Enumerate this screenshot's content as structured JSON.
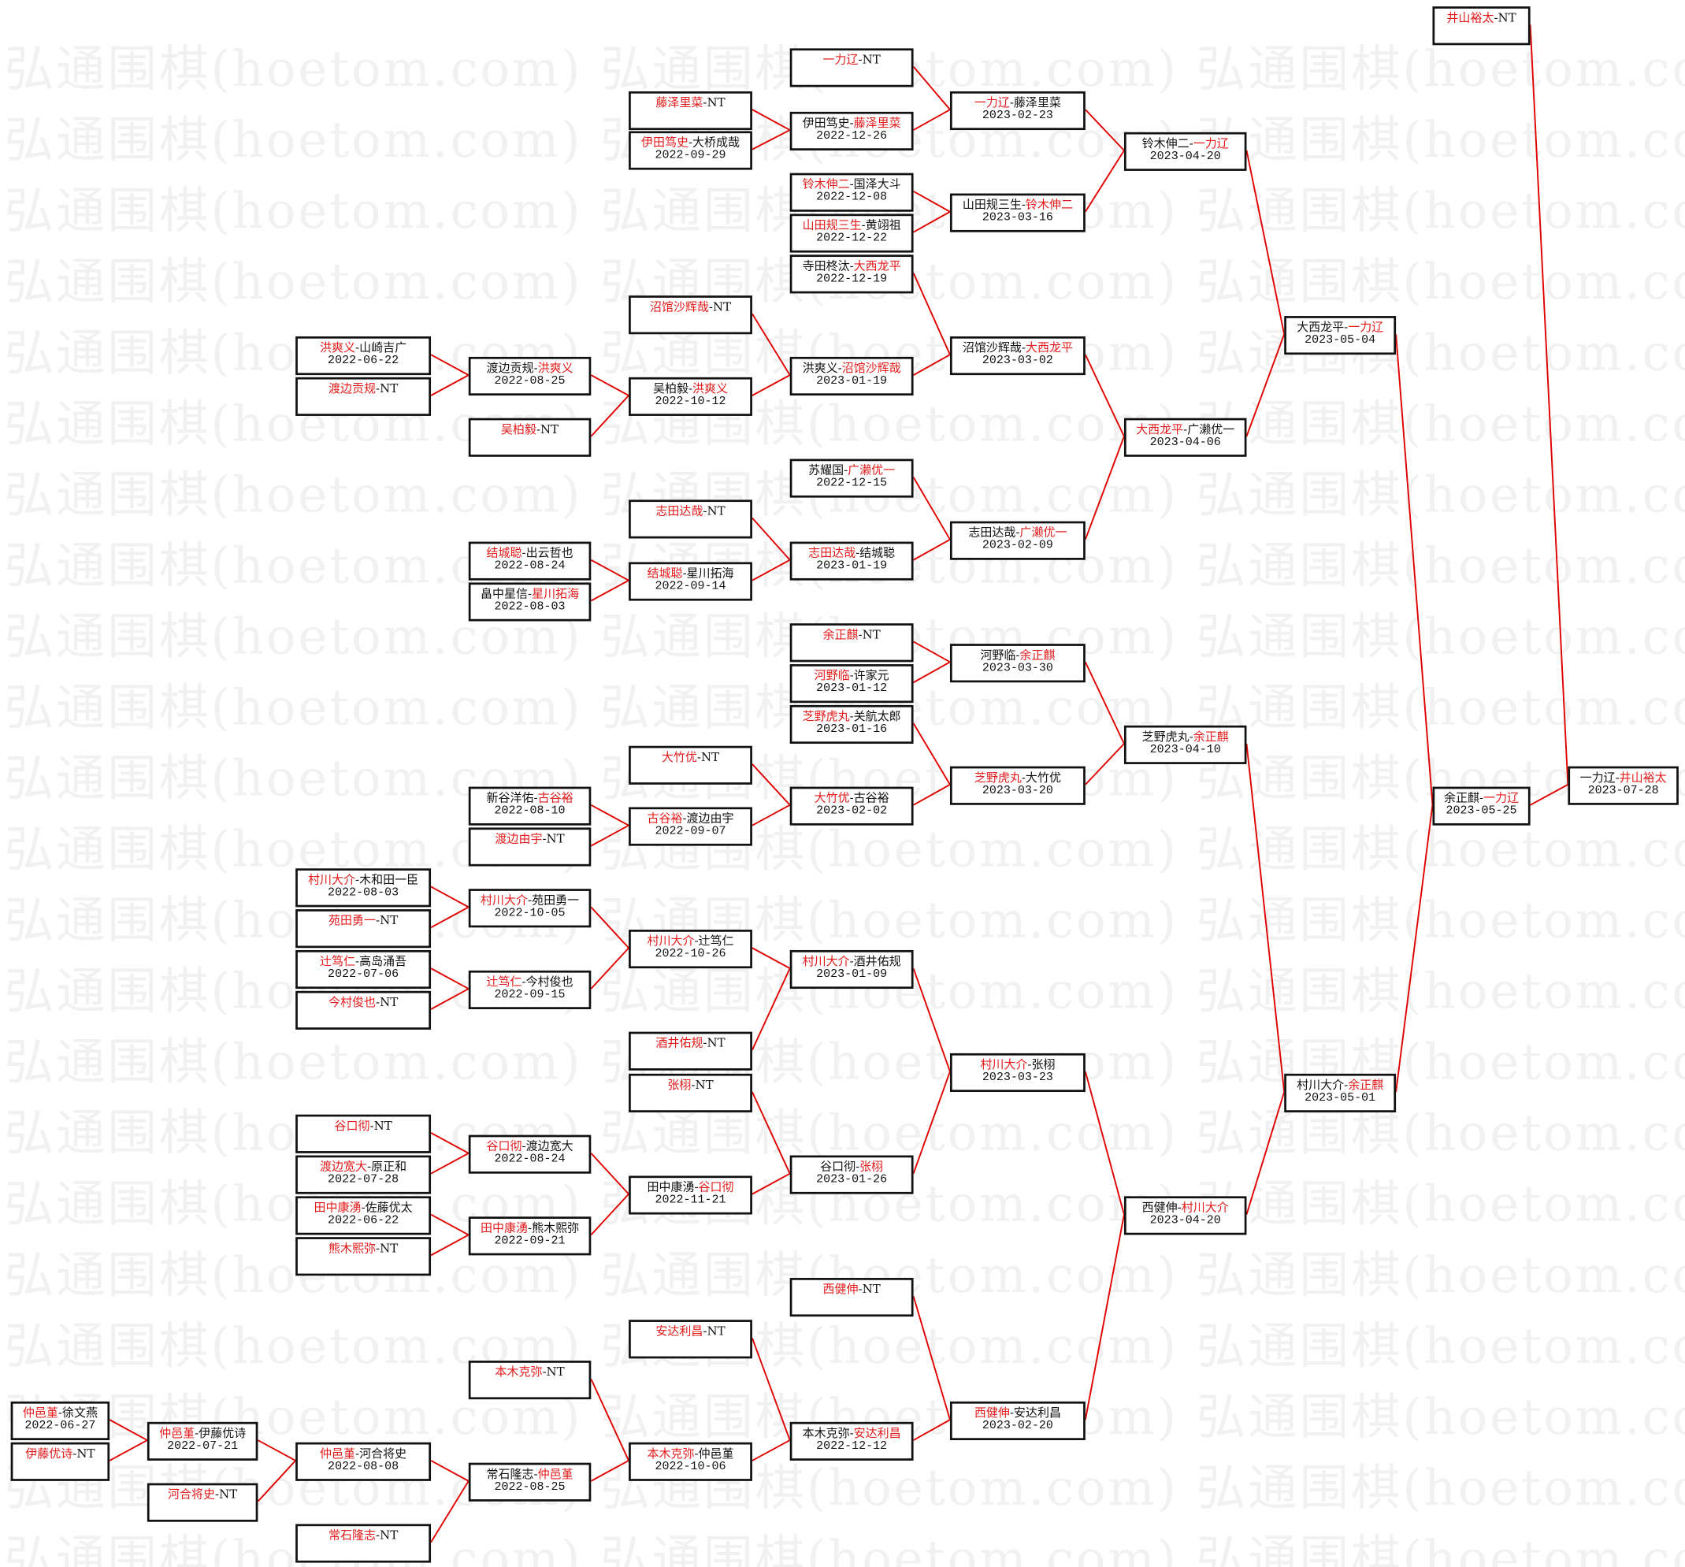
{
  "watermark": "弘通围棋(hoetom.com)",
  "sep": "-",
  "colors": {
    "winner": "#e31b1b",
    "connector": "#e00000",
    "border": "#111111"
  },
  "matches": [
    {
      "p1": "一力辽",
      "p2": "NT",
      "w": 1,
      "date": ""
    },
    {
      "p1": "藤泽里菜",
      "p2": "NT",
      "w": 1,
      "date": ""
    },
    {
      "p1": "伊田笃史",
      "p2": "大桥成哉",
      "w": 1,
      "date": "2022-09-29"
    },
    {
      "p1": "伊田笃史",
      "p2": "藤泽里菜",
      "w": 2,
      "date": "2022-12-26"
    },
    {
      "p1": "一力辽",
      "p2": "藤泽里菜",
      "w": 1,
      "date": "2023-02-23"
    },
    {
      "p1": "铃木伸二",
      "p2": "一力辽",
      "w": 2,
      "date": "2023-04-20"
    },
    {
      "p1": "铃木伸二",
      "p2": "国泽大斗",
      "w": 1,
      "date": "2022-12-08"
    },
    {
      "p1": "山田规三生",
      "p2": "黄翊祖",
      "w": 1,
      "date": "2022-12-22"
    },
    {
      "p1": "山田规三生",
      "p2": "铃木伸二",
      "w": 2,
      "date": "2023-03-16"
    },
    {
      "p1": "寺田柊汰",
      "p2": "大西龙平",
      "w": 2,
      "date": "2022-12-19"
    },
    {
      "p1": "沼馆沙辉哉",
      "p2": "NT",
      "w": 1,
      "date": ""
    },
    {
      "p1": "洪爽义",
      "p2": "山崎吉广",
      "w": 1,
      "date": "2022-06-22"
    },
    {
      "p1": "渡边贡规",
      "p2": "NT",
      "w": 1,
      "date": ""
    },
    {
      "p1": "渡边贡规",
      "p2": "洪爽义",
      "w": 2,
      "date": "2022-08-25"
    },
    {
      "p1": "吴柏毅",
      "p2": "NT",
      "w": 1,
      "date": ""
    },
    {
      "p1": "吴柏毅",
      "p2": "洪爽义",
      "w": 2,
      "date": "2022-10-12"
    },
    {
      "p1": "洪爽义",
      "p2": "沼馆沙辉哉",
      "w": 2,
      "date": "2023-01-19"
    },
    {
      "p1": "沼馆沙辉哉",
      "p2": "大西龙平",
      "w": 2,
      "date": "2023-03-02"
    },
    {
      "p1": "大西龙平",
      "p2": "一力辽",
      "w": 2,
      "date": "2023-05-04"
    },
    {
      "p1": "大西龙平",
      "p2": "广濑优一",
      "w": 1,
      "date": "2023-04-06"
    },
    {
      "p1": "苏耀国",
      "p2": "广濑优一",
      "w": 2,
      "date": "2022-12-15"
    },
    {
      "p1": "志田达哉",
      "p2": "NT",
      "w": 1,
      "date": ""
    },
    {
      "p1": "结城聪",
      "p2": "出云哲也",
      "w": 1,
      "date": "2022-08-24"
    },
    {
      "p1": "畠中星信",
      "p2": "星川拓海",
      "w": 2,
      "date": "2022-08-03"
    },
    {
      "p1": "结城聪",
      "p2": "星川拓海",
      "w": 1,
      "date": "2022-09-14"
    },
    {
      "p1": "志田达哉",
      "p2": "结城聪",
      "w": 1,
      "date": "2023-01-19"
    },
    {
      "p1": "志田达哉",
      "p2": "广濑优一",
      "w": 2,
      "date": "2023-02-09"
    },
    {
      "p1": "余正麒",
      "p2": "NT",
      "w": 1,
      "date": ""
    },
    {
      "p1": "河野临",
      "p2": "许家元",
      "w": 1,
      "date": "2023-01-12"
    },
    {
      "p1": "河野临",
      "p2": "余正麒",
      "w": 2,
      "date": "2023-03-30"
    },
    {
      "p1": "芝野虎丸",
      "p2": "关航太郎",
      "w": 1,
      "date": "2023-01-16"
    },
    {
      "p1": "大竹优",
      "p2": "NT",
      "w": 1,
      "date": ""
    },
    {
      "p1": "新谷洋佑",
      "p2": "古谷裕",
      "w": 2,
      "date": "2022-08-10"
    },
    {
      "p1": "渡边由宇",
      "p2": "NT",
      "w": 1,
      "date": ""
    },
    {
      "p1": "古谷裕",
      "p2": "渡边由宇",
      "w": 1,
      "date": "2022-09-07"
    },
    {
      "p1": "大竹优",
      "p2": "古谷裕",
      "w": 1,
      "date": "2023-02-02"
    },
    {
      "p1": "芝野虎丸",
      "p2": "大竹优",
      "w": 1,
      "date": "2023-03-20"
    },
    {
      "p1": "芝野虎丸",
      "p2": "余正麒",
      "w": 2,
      "date": "2023-04-10"
    },
    {
      "p1": "井山裕太",
      "p2": "NT",
      "w": 1,
      "date": ""
    },
    {
      "p1": "余正麒",
      "p2": "一力辽",
      "w": 2,
      "date": "2023-05-25"
    },
    {
      "p1": "一力辽",
      "p2": "井山裕太",
      "w": 2,
      "date": "2023-07-28"
    },
    {
      "p1": "村川大介",
      "p2": "木和田一臣",
      "w": 1,
      "date": "2022-08-03"
    },
    {
      "p1": "苑田勇一",
      "p2": "NT",
      "w": 1,
      "date": ""
    },
    {
      "p1": "村川大介",
      "p2": "苑田勇一",
      "w": 1,
      "date": "2022-10-05"
    },
    {
      "p1": "辻笃仁",
      "p2": "高岛涌吾",
      "w": 1,
      "date": "2022-07-06"
    },
    {
      "p1": "今村俊也",
      "p2": "NT",
      "w": 1,
      "date": ""
    },
    {
      "p1": "辻笃仁",
      "p2": "今村俊也",
      "w": 1,
      "date": "2022-09-15"
    },
    {
      "p1": "村川大介",
      "p2": "辻笃仁",
      "w": 1,
      "date": "2022-10-26"
    },
    {
      "p1": "村川大介",
      "p2": "酒井佑规",
      "w": 1,
      "date": "2023-01-09"
    },
    {
      "p1": "酒井佑规",
      "p2": "NT",
      "w": 1,
      "date": ""
    },
    {
      "p1": "张栩",
      "p2": "NT",
      "w": 1,
      "date": ""
    },
    {
      "p1": "谷口彻",
      "p2": "NT",
      "w": 1,
      "date": ""
    },
    {
      "p1": "渡边宽大",
      "p2": "原正和",
      "w": 1,
      "date": "2022-07-28"
    },
    {
      "p1": "谷口彻",
      "p2": "渡边宽大",
      "w": 1,
      "date": "2022-08-24"
    },
    {
      "p1": "田中康湧",
      "p2": "佐藤优太",
      "w": 1,
      "date": "2022-06-22"
    },
    {
      "p1": "熊木熙弥",
      "p2": "NT",
      "w": 1,
      "date": ""
    },
    {
      "p1": "田中康湧",
      "p2": "熊木熙弥",
      "w": 1,
      "date": "2022-09-21"
    },
    {
      "p1": "田中康湧",
      "p2": "谷口彻",
      "w": 2,
      "date": "2022-11-21"
    },
    {
      "p1": "谷口彻",
      "p2": "张栩",
      "w": 2,
      "date": "2023-01-26"
    },
    {
      "p1": "村川大介",
      "p2": "张栩",
      "w": 1,
      "date": "2023-03-23"
    },
    {
      "p1": "西健伸",
      "p2": "村川大介",
      "w": 2,
      "date": "2023-04-20"
    },
    {
      "p1": "村川大介",
      "p2": "余正麒",
      "w": 2,
      "date": "2023-05-01"
    },
    {
      "p1": "西健伸",
      "p2": "NT",
      "w": 1,
      "date": ""
    },
    {
      "p1": "安达利昌",
      "p2": "NT",
      "w": 1,
      "date": ""
    },
    {
      "p1": "本木克弥",
      "p2": "NT",
      "w": 1,
      "date": ""
    },
    {
      "p1": "仲邑堇",
      "p2": "徐文燕",
      "w": 1,
      "date": "2022-06-27"
    },
    {
      "p1": "伊藤优诗",
      "p2": "NT",
      "w": 1,
      "date": ""
    },
    {
      "p1": "仲邑堇",
      "p2": "伊藤优诗",
      "w": 1,
      "date": "2022-07-21"
    },
    {
      "p1": "河合将史",
      "p2": "NT",
      "w": 1,
      "date": ""
    },
    {
      "p1": "仲邑堇",
      "p2": "河合将史",
      "w": 1,
      "date": "2022-08-08"
    },
    {
      "p1": "常石隆志",
      "p2": "NT",
      "w": 1,
      "date": ""
    },
    {
      "p1": "常石隆志",
      "p2": "仲邑堇",
      "w": 2,
      "date": "2022-08-25"
    },
    {
      "p1": "本木克弥",
      "p2": "仲邑堇",
      "w": 1,
      "date": "2022-10-06"
    },
    {
      "p1": "本木克弥",
      "p2": "安达利昌",
      "w": 2,
      "date": "2022-12-12"
    },
    {
      "p1": "西健伸",
      "p2": "安达利昌",
      "w": 1,
      "date": "2023-02-20"
    }
  ]
}
